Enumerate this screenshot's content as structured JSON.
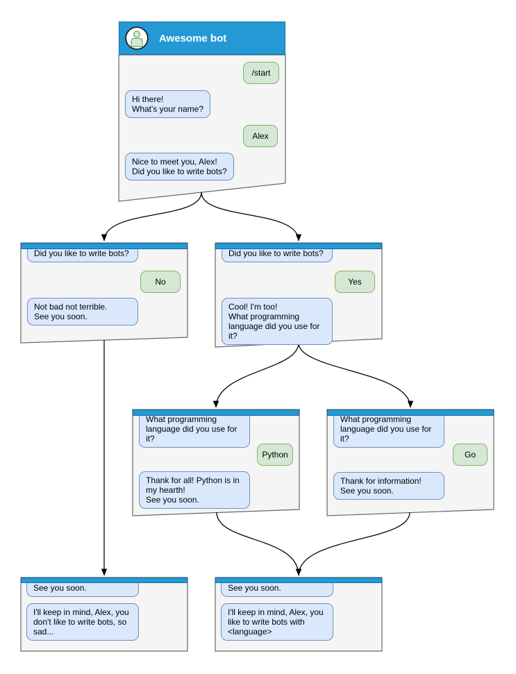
{
  "palette": {
    "window_header_blue": "#2399d5",
    "window_body_gray": "#f5f5f5",
    "window_border": "#666666",
    "bot_bubble_bg": "#dae8fc",
    "bot_bubble_border": "#6c8ebf",
    "user_bubble_bg": "#d5e8d4",
    "user_bubble_border": "#82b366",
    "connector_color": "#000000"
  },
  "windows": {
    "main": {
      "title": "Awesome bot",
      "avatar_icon": "person-icon",
      "messages": [
        {
          "from": "user",
          "text": "/start"
        },
        {
          "from": "bot",
          "text": "Hi there!\nWhat's your name?"
        },
        {
          "from": "user",
          "text": "Alex"
        },
        {
          "from": "bot",
          "text": "Nice to meet you, Alex!\nDid you like to write bots?"
        }
      ]
    },
    "no_branch": {
      "messages": [
        {
          "from": "bot",
          "text": "Did you like to write bots?"
        },
        {
          "from": "user",
          "text": "No"
        },
        {
          "from": "bot",
          "text": "Not bad not terrible.\nSee you soon."
        }
      ]
    },
    "yes_branch": {
      "messages": [
        {
          "from": "bot",
          "text": "Did you like to write bots?"
        },
        {
          "from": "user",
          "text": "Yes"
        },
        {
          "from": "bot",
          "text": "Cool! I'm too!\nWhat programming\nlanguage did you use for it?"
        }
      ]
    },
    "python_branch": {
      "messages": [
        {
          "from": "bot",
          "text": "What programming\nlanguage did you use for it?"
        },
        {
          "from": "user",
          "text": "Python"
        },
        {
          "from": "bot",
          "text": "Thank for all! Python is in\nmy hearth!\nSee you soon."
        }
      ]
    },
    "go_branch": {
      "messages": [
        {
          "from": "bot",
          "text": "What programming\nlanguage did you use for it?"
        },
        {
          "from": "user",
          "text": "Go"
        },
        {
          "from": "bot",
          "text": "Thank for information!\nSee you soon."
        }
      ]
    },
    "end_no": {
      "messages": [
        {
          "from": "bot",
          "text": "See you soon."
        },
        {
          "from": "bot",
          "text": "I'll keep in mind, Alex, you\ndon't like to write bots, so\nsad..."
        }
      ]
    },
    "end_yes": {
      "messages": [
        {
          "from": "bot",
          "text": "See you soon."
        },
        {
          "from": "bot",
          "text": "I'll keep in mind, Alex, you\nlike to write bots with\n<language>"
        }
      ]
    }
  },
  "connections": [
    {
      "from": "main",
      "to": "no_branch"
    },
    {
      "from": "main",
      "to": "yes_branch"
    },
    {
      "from": "yes_branch",
      "to": "python_branch"
    },
    {
      "from": "yes_branch",
      "to": "go_branch"
    },
    {
      "from": "no_branch",
      "to": "end_no"
    },
    {
      "from": "python_branch",
      "to": "end_yes"
    },
    {
      "from": "go_branch",
      "to": "end_yes"
    }
  ]
}
